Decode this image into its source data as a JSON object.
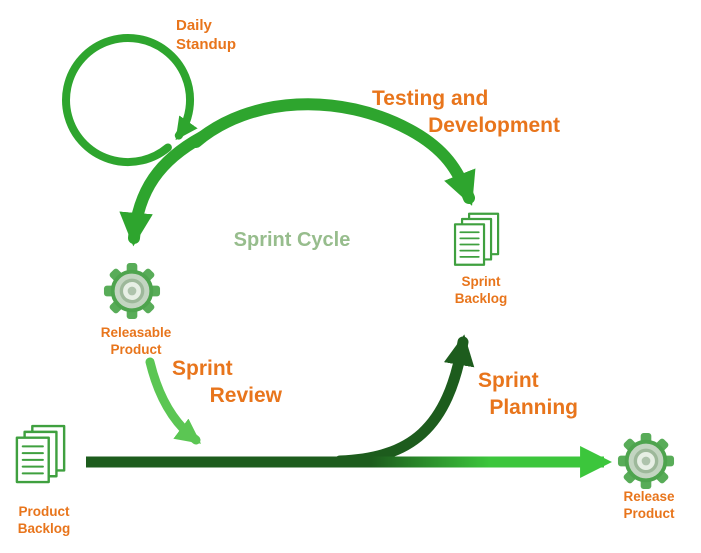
{
  "diagram": {
    "title": "Sprint Cycle",
    "labels": {
      "daily_standup": {
        "line1": "Daily",
        "line2": "Standup"
      },
      "testing_development": {
        "line1": "Testing and",
        "line2": "Development"
      },
      "sprint_cycle": "Sprint Cycle",
      "sprint_backlog": {
        "line1": "Sprint",
        "line2": "Backlog"
      },
      "releasable_product": {
        "line1": "Releasable",
        "line2": "Product"
      },
      "sprint_review": {
        "line1": "Sprint",
        "line2": "Review"
      },
      "sprint_planning": {
        "line1": "Sprint",
        "line2": "Planning"
      },
      "product_backlog": {
        "line1": "Product",
        "line2": "Backlog"
      },
      "release_product": {
        "line1": "Release",
        "line2": "Product"
      }
    },
    "icons": {
      "sprint_backlog": "documents-stack-icon",
      "product_backlog": "documents-stack-icon",
      "releasable_product": "gear-icon",
      "release_product": "gear-icon"
    },
    "colors": {
      "label_orange": "#E8751C",
      "cycle_green": "#2EA52E",
      "light_green": "#5BC653",
      "dark_green": "#1D5C1D",
      "bright_green": "#3CC63C",
      "sprint_cycle_text": "#97BD8D"
    }
  }
}
